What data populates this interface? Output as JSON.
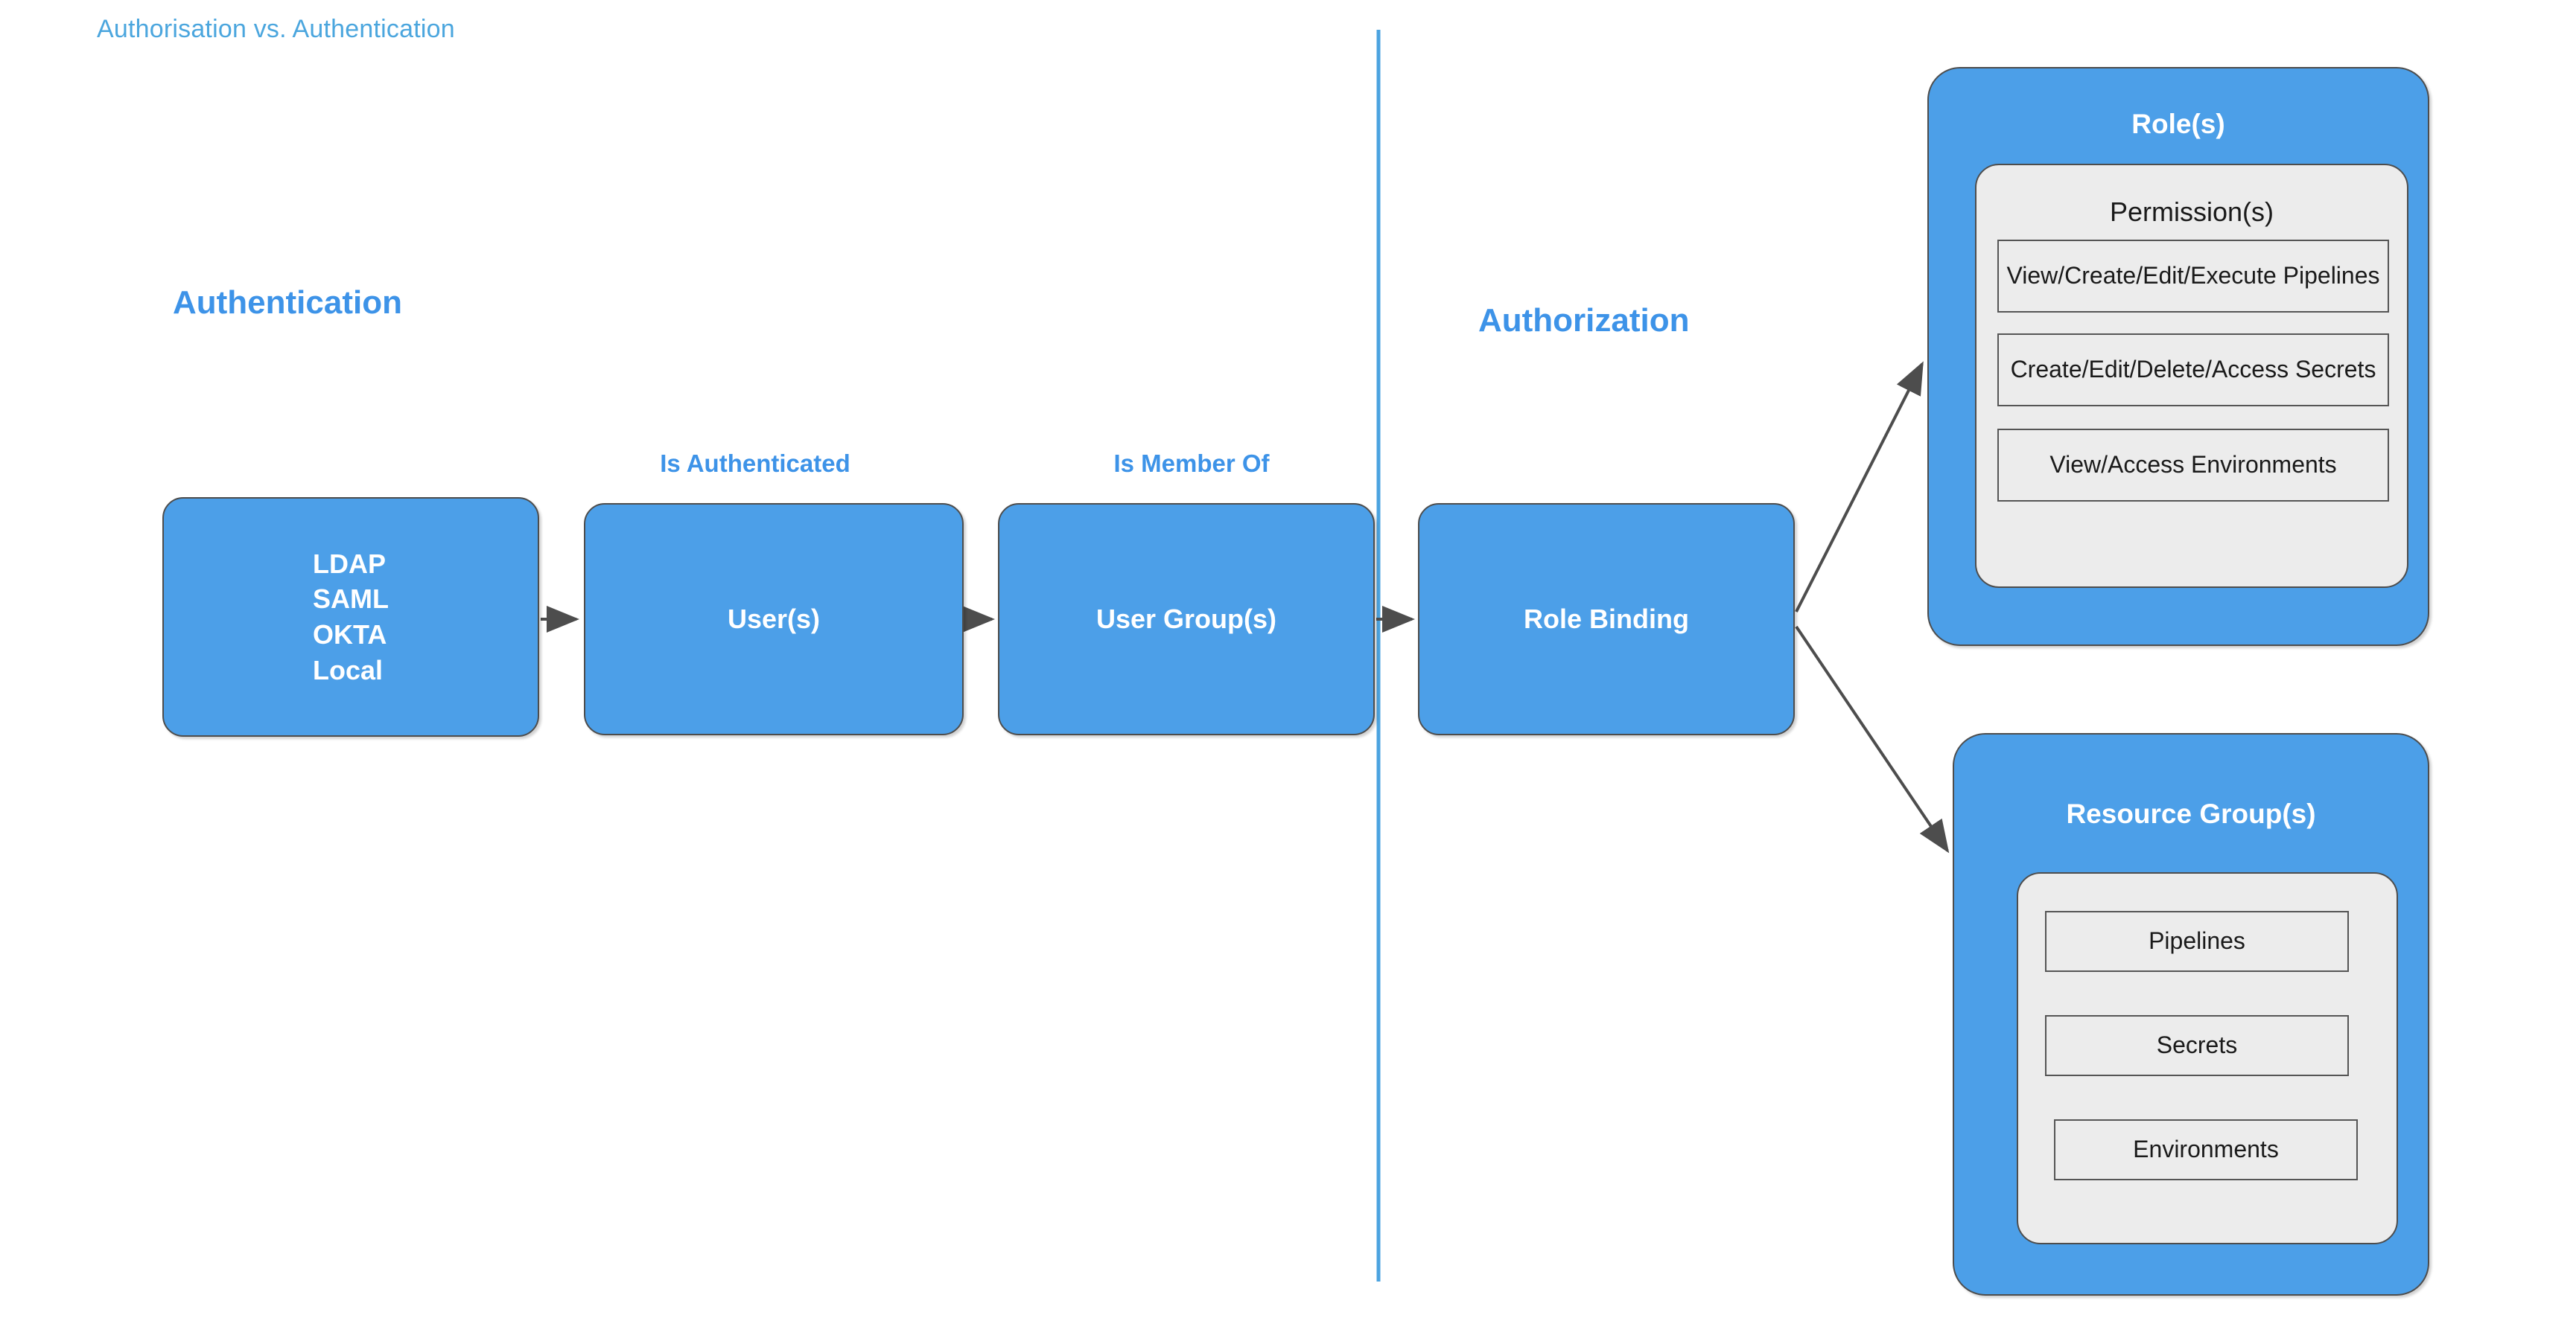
{
  "title": "Authorisation vs. Authentication",
  "colors": {
    "title_blue": "#4BA6DE",
    "heading_blue": "#3D93E8",
    "box_blue": "#4C9FE8",
    "panel_gray": "#ECECEC",
    "divider_blue": "#4BA3E0",
    "arrow_gray": "#4D4D4D"
  },
  "sections": {
    "left_heading": "Authentication",
    "right_heading": "Authorization"
  },
  "divider": {
    "name": "vertical-divider",
    "orientation": "vertical"
  },
  "flow": {
    "boxes": [
      {
        "id": "auth-sources",
        "lines": [
          "LDAP",
          "SAML",
          "OKTA",
          "Local"
        ]
      },
      {
        "id": "users",
        "label": "User(s)"
      },
      {
        "id": "user-groups",
        "label": "User Group(s)"
      },
      {
        "id": "role-binding",
        "label": "Role Binding"
      }
    ],
    "edge_labels": [
      {
        "id": "is-authenticated",
        "label": "Is Authenticated"
      },
      {
        "id": "is-member-of",
        "label": "Is Member Of"
      }
    ]
  },
  "groups": [
    {
      "id": "roles",
      "title": "Role(s)",
      "panel_caption": "Permission(s)",
      "items": [
        "View/Create/Edit/Execute Pipelines",
        "Create/Edit/Delete/Access Secrets",
        "View/Access Environments"
      ]
    },
    {
      "id": "resources",
      "title": "Resource Group(s)",
      "panel_caption": "",
      "items": [
        "Pipelines",
        "Secrets",
        "Environments"
      ]
    }
  ]
}
